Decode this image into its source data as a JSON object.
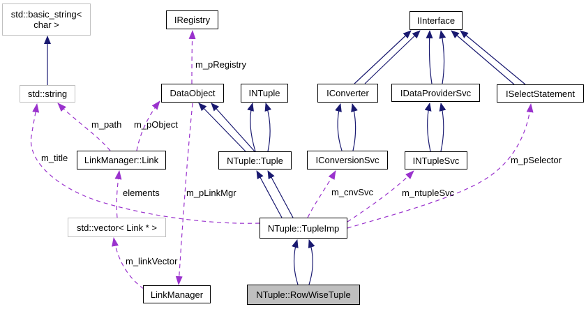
{
  "diagram": {
    "nodes": {
      "basic_string": "std::basic_string< char >",
      "std_string": "std::string",
      "iregistry": "IRegistry",
      "iinterface": "IInterface",
      "dataobject": "DataObject",
      "intuple": "INTuple",
      "iconverter": "IConverter",
      "idataprovidersvc": "IDataProviderSvc",
      "iselectstatement": "ISelectStatement",
      "linkmanager_link": "LinkManager::Link",
      "ntuple_tuple": "NTuple::Tuple",
      "iconversionsvc": "IConversionSvc",
      "intuplesvc": "INTupleSvc",
      "std_vector": "std::vector< Link * >",
      "tupleimp": "NTuple::TupleImp",
      "linkmanager": "LinkManager",
      "rowwisetuple": "NTuple::RowWiseTuple"
    },
    "edge_labels": {
      "m_pRegistry": "m_pRegistry",
      "m_path": "m_path",
      "m_pObject": "m_pObject",
      "m_title": "m_title",
      "elements": "elements",
      "m_pLinkMgr": "m_pLinkMgr",
      "m_cnvSvc": "m_cnvSvc",
      "m_ntupleSvc": "m_ntupleSvc",
      "m_pSelector": "m_pSelector",
      "m_linkVector": "m_linkVector"
    },
    "colors": {
      "inheritance_edge": "#191970",
      "usage_edge": "#9a32cd",
      "node_border": "#000000",
      "external_node_border": "#c0c0c0",
      "focus_node_fill": "#bfbfbf",
      "node_fill": "#ffffff",
      "text": "#000000",
      "background": "#ffffff"
    }
  }
}
